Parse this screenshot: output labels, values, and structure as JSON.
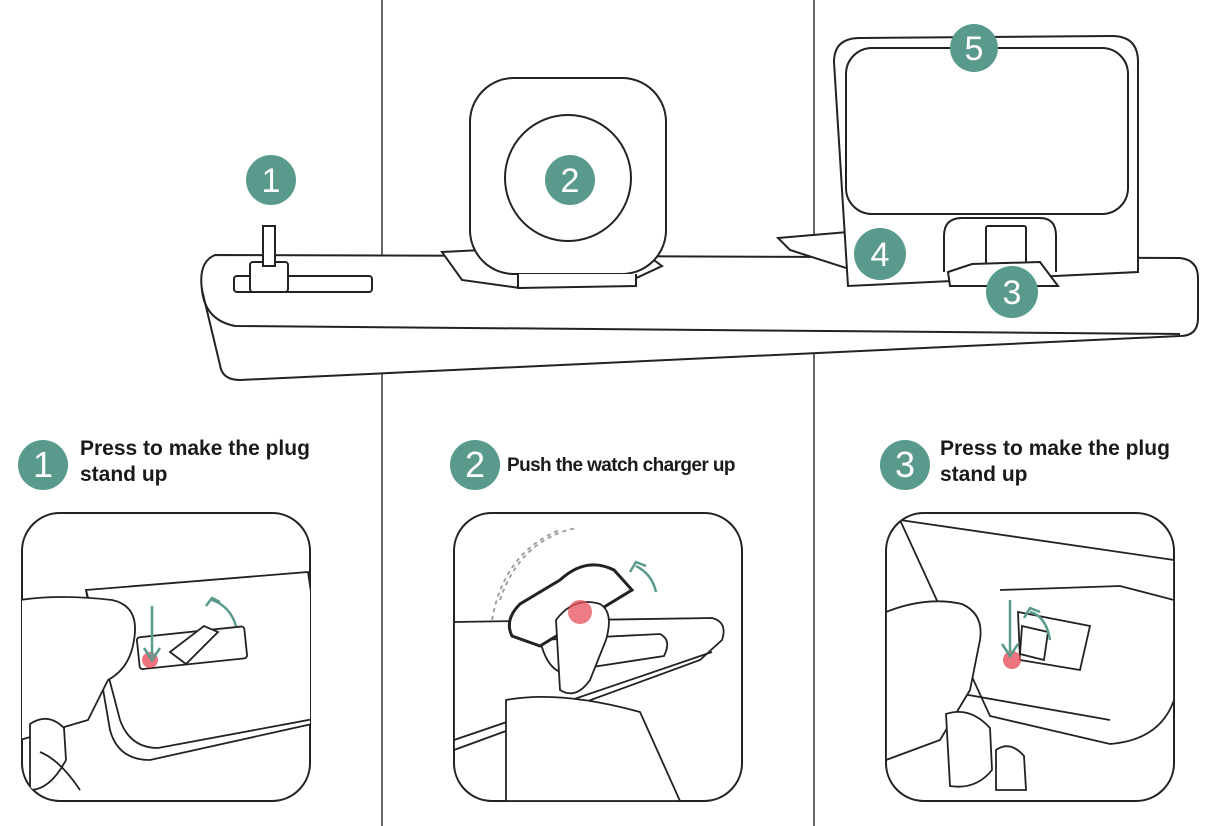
{
  "colors": {
    "accent": "#5a9a8d",
    "highlight": "#e8505b",
    "line": "#222222"
  },
  "device_badges": [
    {
      "number": "1"
    },
    {
      "number": "2"
    },
    {
      "number": "3"
    },
    {
      "number": "4"
    },
    {
      "number": "5"
    }
  ],
  "steps": [
    {
      "number": "1",
      "title_line1": "Press to make the plug",
      "title_line2": "stand up"
    },
    {
      "number": "2",
      "title_line1": "Push the watch charger up",
      "title_line2": ""
    },
    {
      "number": "3",
      "title_line1": "Press to make the plug",
      "title_line2": "stand up"
    }
  ]
}
